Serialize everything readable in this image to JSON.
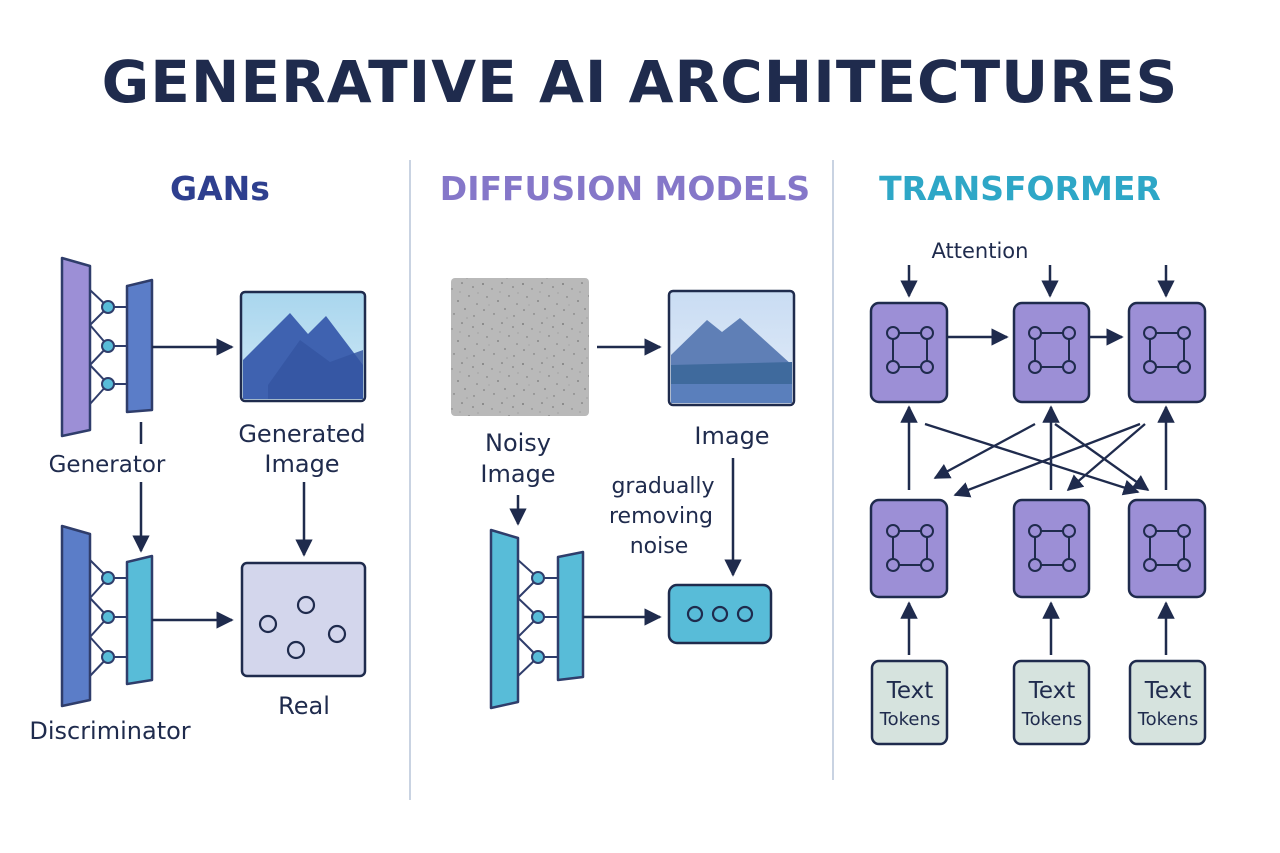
{
  "title": "GENERATIVE AI ARCHITECTURES",
  "colors": {
    "title": "#1f2b4d",
    "gans_heading": "#2e3f8f",
    "diffusion_heading": "#8577c9",
    "transformer_heading": "#2ea7c7",
    "purple_fill": "#9c8fd6",
    "blue_fill": "#5b7dc8",
    "cyan_fill": "#58bcd8",
    "token_fill": "#d6e3de"
  },
  "gans": {
    "heading": "GANs",
    "generator_label": "Generator",
    "generated_label_line1": "Generated",
    "generated_label_line2": "Image",
    "discriminator_label": "Discriminator",
    "real_label": "Real"
  },
  "diffusion": {
    "heading": "DIFFUSION MODELS",
    "noisy_line1": "Noisy",
    "noisy_line2": "Image",
    "image_label": "Image",
    "process_line1": "gradually",
    "process_line2": "removing",
    "process_line3": "noise"
  },
  "transformer": {
    "heading": "TRANSFORMER",
    "attention_label": "Attention",
    "tokens": [
      {
        "line1": "Text",
        "line2": "Tokens"
      },
      {
        "line1": "Text",
        "line2": "Tokens"
      },
      {
        "line1": "Text",
        "line2": "Tokens"
      }
    ]
  }
}
